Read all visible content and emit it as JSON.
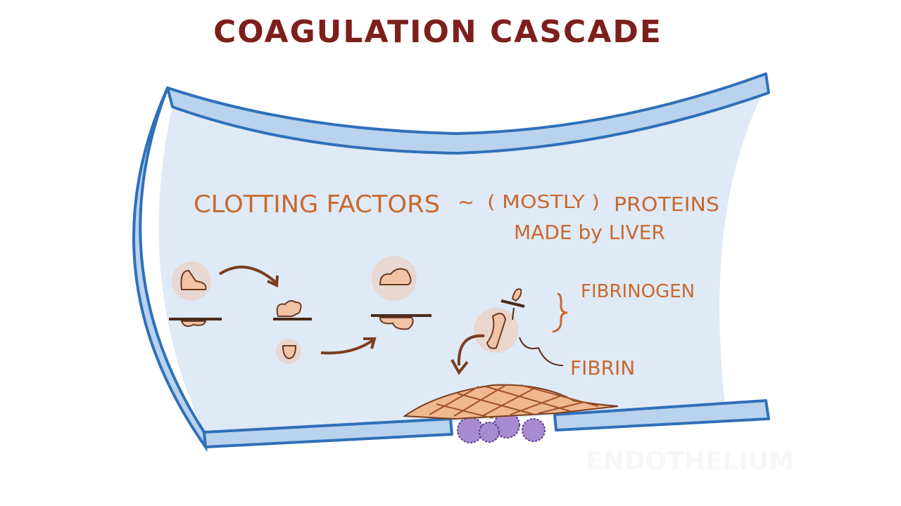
{
  "title": "COAGULATION CASCADE",
  "labels": {
    "clotting_factors": "CLOTTING FACTORS",
    "tilde": "~",
    "mostly": "( MOSTLY )",
    "proteins": "PROTEINS",
    "made_by_liver": "MADE by LIVER",
    "fibrinogen": "FIBRINOGEN",
    "fibrin": "FIBRIN",
    "endothelium_faint": "ENDOTHELIUM"
  },
  "colors": {
    "title": "#7d1f1c",
    "label": "#c9682d",
    "vessel_stroke": "#2f70b9",
    "vessel_wall": "#b9d3ee",
    "vessel_lumen": "#dfeaf6",
    "factor": "#f3c3a5",
    "platelet": "#a88ad0"
  }
}
